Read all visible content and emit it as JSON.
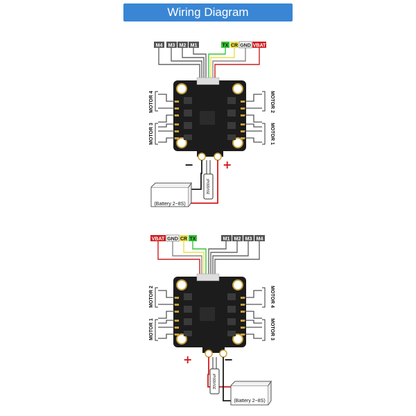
{
  "title": "Wiring Diagram",
  "colors": {
    "banner": "#3a86d4",
    "tx": "#39c439",
    "cr": "#e8e04a",
    "vbat": "#cc1e1e",
    "motor_pad": "#555555",
    "red_wire": "#d41a1a",
    "black_wire": "#1a1a1a",
    "board": "#1c1c1c"
  },
  "diagram_top": {
    "labels": [
      "M4",
      "M3",
      "M2",
      "M1",
      "TX",
      "CR",
      "GND",
      "VBAT"
    ],
    "motors_left": [
      "MOTOR 4",
      "MOTOR 3"
    ],
    "motors_right": [
      "MOTOR 2",
      "MOTOR 1"
    ],
    "minus": "−",
    "plus": "+",
    "battery": "(Battery 2~8S)",
    "capacitor": "35V680uF"
  },
  "diagram_bottom": {
    "labels": [
      "VBAT",
      "GND",
      "CR",
      "TX",
      "M1",
      "M2",
      "M3",
      "M4"
    ],
    "motors_left": [
      "MOTOR 2",
      "MOTOR 1"
    ],
    "motors_right": [
      "MOTOR 4",
      "MOTOR 3"
    ],
    "plus": "+",
    "minus": "−",
    "battery": "(Battery 2~8S)",
    "capacitor": "35V680uF"
  }
}
